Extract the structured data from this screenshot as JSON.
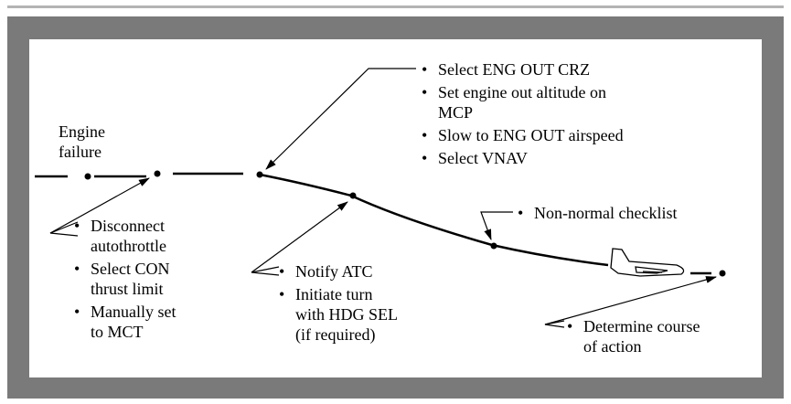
{
  "start_label": [
    "Engine",
    "failure"
  ],
  "bullet_char": "•",
  "groups": {
    "engine_failure_actions": [
      "Disconnect\nautothrottle",
      "Select CON\nthrust limit",
      "Manually set\nto MCT"
    ],
    "cruise_actions": [
      "Select ENG OUT CRZ",
      "Set engine out altitude on\nMCP",
      "Slow to ENG OUT airspeed",
      "Select VNAV"
    ],
    "atc_actions": [
      "Notify ATC",
      "Initiate turn\nwith HDG SEL\n(if required)"
    ],
    "checklist_actions": [
      "Non-normal checklist"
    ],
    "final_actions": [
      "Determine course\nof action"
    ]
  },
  "colors": {
    "panel": "#7a7a7a",
    "top_rule": "#b4b4b4",
    "line": "#000000"
  },
  "icons": {
    "airplane": "airplane-icon"
  }
}
